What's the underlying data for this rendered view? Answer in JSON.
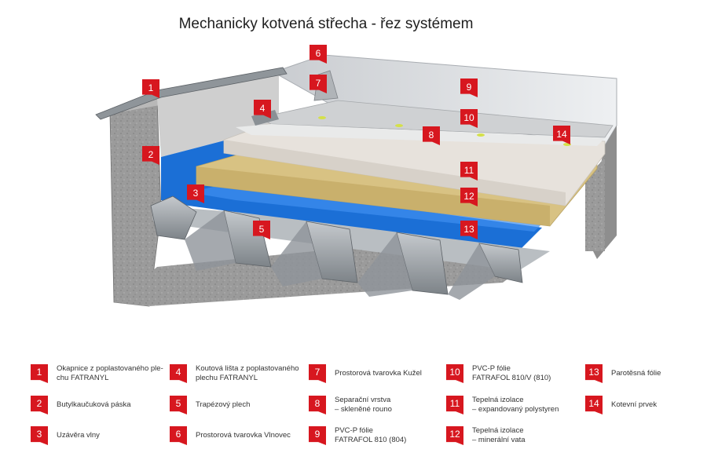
{
  "title": "Mechanicky kotvená střecha - řez systémem",
  "colors": {
    "marker": "#d7171f",
    "concrete": "#9a9a9a",
    "vapor_barrier_blue": "#1b6fd6",
    "mineral_wool": "#d8c283",
    "eps": "#e7e2dc",
    "pvc_membrane": "#cfd1d3",
    "trapezoid_sheet": "#9ea3a8"
  },
  "markers": [
    "1",
    "2",
    "3",
    "4",
    "5",
    "6",
    "7",
    "8",
    "9",
    "10",
    "11",
    "12",
    "13",
    "14"
  ],
  "legend": [
    {
      "num": "1",
      "lines": [
        "Okapnice z poplastovaného ple-",
        "chu FATRANYL"
      ]
    },
    {
      "num": "2",
      "lines": [
        "Butylkaučuková páska"
      ]
    },
    {
      "num": "3",
      "lines": [
        "Uzávěra vlny"
      ]
    },
    {
      "num": "4",
      "lines": [
        "Koutová lišta z poplastovaného",
        "plechu FATRANYL"
      ]
    },
    {
      "num": "5",
      "lines": [
        "Trapézový plech"
      ]
    },
    {
      "num": "6",
      "lines": [
        "Prostorová tvarovka Vlnovec"
      ]
    },
    {
      "num": "7",
      "lines": [
        "Prostorová tvarovka Kužel"
      ]
    },
    {
      "num": "8",
      "lines": [
        "Separační vrstva",
        "– skleněné rouno"
      ]
    },
    {
      "num": "9",
      "lines": [
        "PVC-P fólie",
        "FATRAFOL 810 (804)"
      ]
    },
    {
      "num": "10",
      "lines": [
        "PVC-P fólie",
        "FATRAFOL 810/V (810)"
      ]
    },
    {
      "num": "11",
      "lines": [
        "Tepelná izolace",
        "– expandovaný polystyren"
      ]
    },
    {
      "num": "12",
      "lines": [
        "Tepelná izolace",
        "– minerální vata"
      ]
    },
    {
      "num": "13",
      "lines": [
        "Parotěsná fólie"
      ]
    },
    {
      "num": "14",
      "lines": [
        "Kotevní prvek"
      ]
    }
  ]
}
